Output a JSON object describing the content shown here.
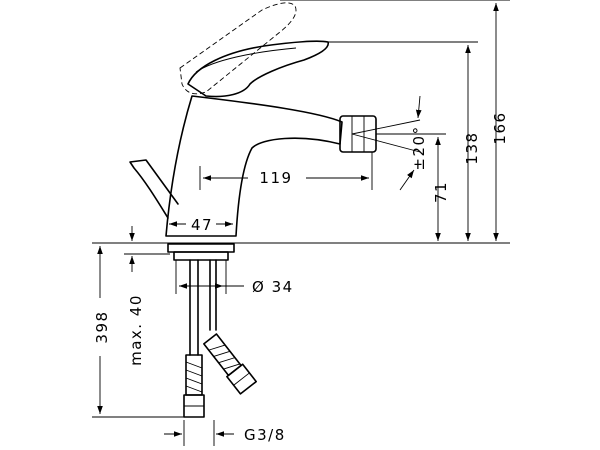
{
  "dimensions": {
    "total_height": "166",
    "spout_height": "138",
    "outlet_height": "71",
    "spout_reach": "119",
    "body_width": "47",
    "shank_diameter": "Ø 34",
    "swivel_angle": "±20°",
    "hose_length": "398",
    "max_thickness": "max. 40",
    "connection_thread": "G3/8"
  }
}
